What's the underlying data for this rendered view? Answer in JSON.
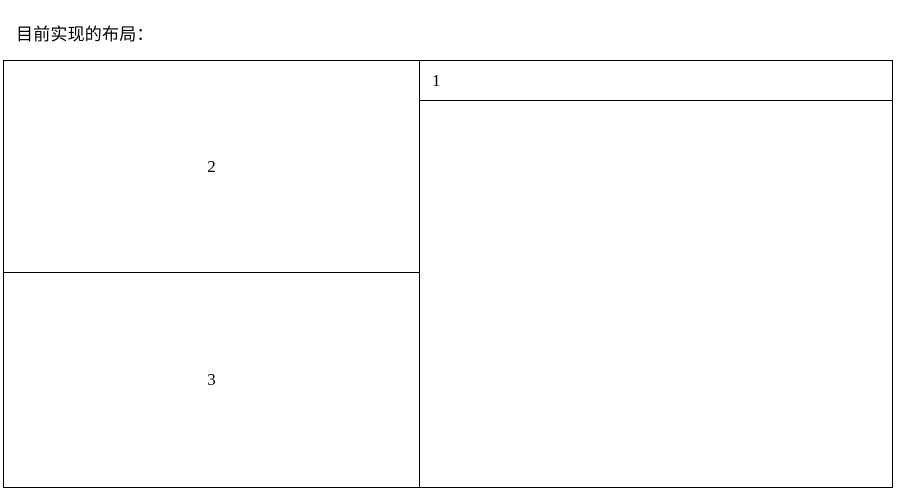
{
  "caption": {
    "text": "目前实现的布局："
  },
  "diagram": {
    "type": "layout-wireframe",
    "frame": {
      "border_color": "#000000",
      "background_color": "#ffffff"
    },
    "panes": [
      {
        "id": "pane-1",
        "label": "1",
        "position": "right",
        "label_alignment": "left",
        "has_header_bar": true
      },
      {
        "id": "pane-2",
        "label": "2",
        "position": "top-left",
        "label_alignment": "center",
        "has_header_bar": false
      },
      {
        "id": "pane-3",
        "label": "3",
        "position": "bottom-left",
        "label_alignment": "center",
        "has_header_bar": false
      }
    ]
  }
}
